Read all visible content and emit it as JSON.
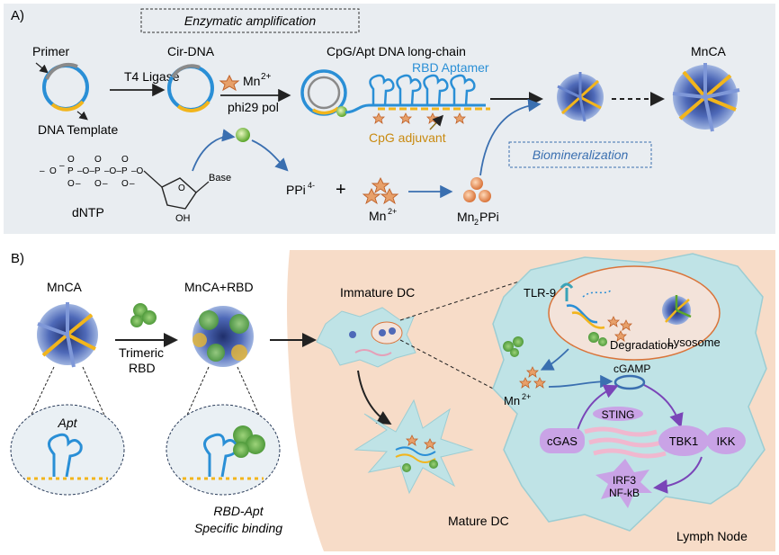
{
  "panel_a": {
    "label": "A)",
    "enzymatic_box": "Enzymatic amplification",
    "biomineral_box": "Biomineralization",
    "primer": "Primer",
    "dna_template": "DNA Template",
    "t4_ligase": "T4 Ligase",
    "cir_dna": "Cir-DNA",
    "mn_sup": "Mn",
    "mn_sup2": "2+",
    "phi29": "phi29 pol",
    "long_chain": "CpG/Apt DNA long-chain",
    "rbd_aptamer": "RBD Aptamer",
    "cpg_adjuvant": "CpG adjuvant",
    "mnca": "MnCA",
    "dntp": "dNTP",
    "base": "Base",
    "oh": "OH",
    "ppi": "PPi",
    "ppi_sup": "4-",
    "plus": "+",
    "mn2": "Mn",
    "mn2_sup": "2+",
    "mn2ppi_a": "Mn",
    "mn2ppi_sub": "2",
    "mn2ppi_b": "PPi"
  },
  "panel_b": {
    "label": "B)",
    "mnca": "MnCA",
    "mnca_rbd": "MnCA+RBD",
    "trimeric": "Trimeric",
    "rbd": "RBD",
    "apt": "Apt",
    "rbd_apt_1": "RBD-Apt",
    "rbd_apt_2": "Specific binding",
    "immature_dc": "Immature DC",
    "mature_dc": "Mature DC",
    "tlr9": "TLR-9",
    "degradation": "Degradation",
    "lysosome": "Lysosome",
    "mn": "Mn",
    "mn_sup": "2+",
    "cgamp": "cGAMP",
    "sting": "STING",
    "cgas": "cGAS",
    "tbk1": "TBK1",
    "ikk": "IKK",
    "irf3": "IRF3",
    "nfkb": "NF-kB",
    "lymph_node": "Lymph Node"
  },
  "colors": {
    "panel_a_bg": "#e9edf1",
    "blue_dna": "#2a8fd6",
    "yellow_dna": "#f2b51c",
    "arrow_blue": "#3a6fb0",
    "purple": "#c9a3e6",
    "purple_dark": "#7a45b8",
    "mn_star": "#c0622a",
    "lymph_bg": "#f7dcc8",
    "cell": "#bfe3e6"
  }
}
